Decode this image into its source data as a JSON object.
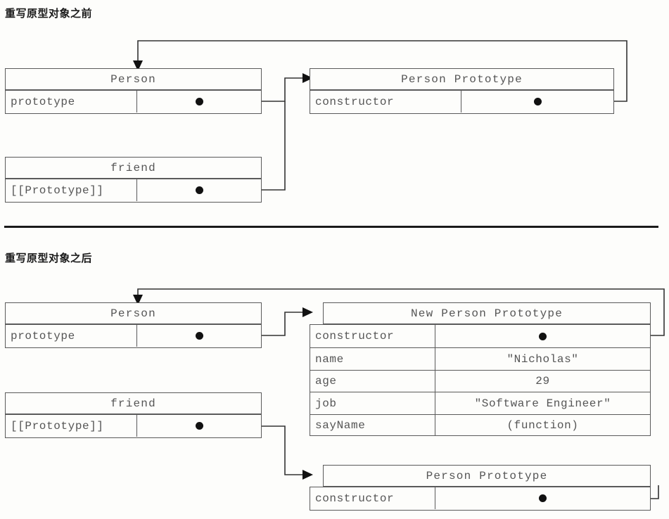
{
  "page": {
    "sections": [
      {
        "title": "重写原型对象之前"
      },
      {
        "title": "重写原型对象之后"
      }
    ]
  },
  "colors": {
    "ink": "#1a1a1a",
    "box_border": "#5a5a5a",
    "text": "#555555",
    "wire": "#333333",
    "dot": "#111111",
    "background": "#fdfdfb"
  },
  "before": {
    "person": {
      "header": "Person",
      "rows": [
        {
          "key": "prototype",
          "value": "",
          "value_is_pointer": true
        }
      ]
    },
    "person_prototype": {
      "header": "Person Prototype",
      "rows": [
        {
          "key": "constructor",
          "value": "",
          "value_is_pointer": true
        }
      ]
    },
    "friend": {
      "header": "friend",
      "rows": [
        {
          "key": "[[Prototype]]",
          "value": "",
          "value_is_pointer": true
        }
      ]
    }
  },
  "after": {
    "person": {
      "header": "Person",
      "rows": [
        {
          "key": "prototype",
          "value": "",
          "value_is_pointer": true
        }
      ]
    },
    "new_person_prototype": {
      "header": "New Person Prototype",
      "rows": [
        {
          "key": "constructor",
          "value": "",
          "value_is_pointer": true
        },
        {
          "key": "name",
          "value": "\"Nicholas\"",
          "value_is_pointer": false
        },
        {
          "key": "age",
          "value": "29",
          "value_is_pointer": false
        },
        {
          "key": "job",
          "value": "\"Software Engineer\"",
          "value_is_pointer": false
        },
        {
          "key": "sayName",
          "value": "(function)",
          "value_is_pointer": false
        }
      ]
    },
    "friend": {
      "header": "friend",
      "rows": [
        {
          "key": "[[Prototype]]",
          "value": "",
          "value_is_pointer": true
        }
      ]
    },
    "person_prototype": {
      "header": "Person Prototype",
      "rows": [
        {
          "key": "constructor",
          "value": "",
          "value_is_pointer": true
        }
      ]
    }
  }
}
